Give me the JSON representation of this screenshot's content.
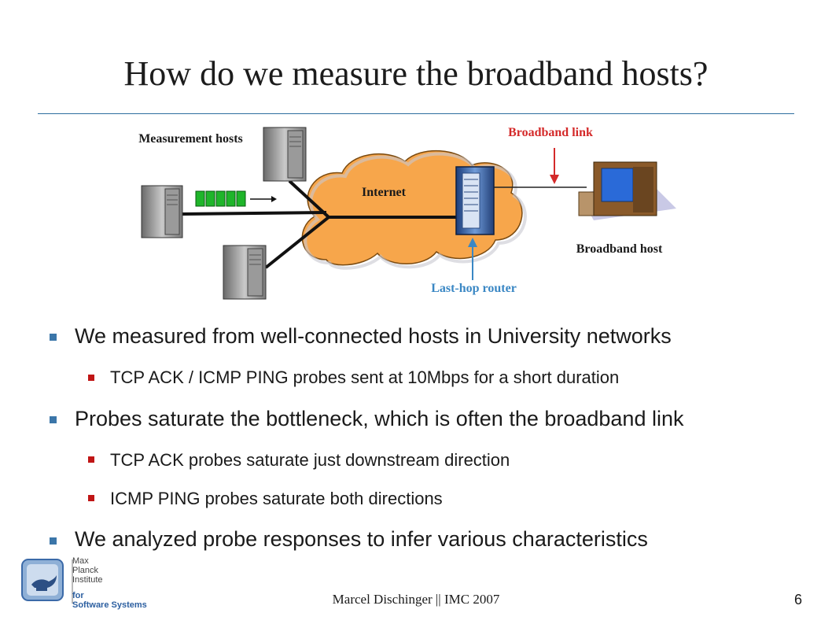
{
  "slide": {
    "title": "How do we measure the broadband hosts?"
  },
  "diagram": {
    "measurement_hosts_label": "Measurement hosts",
    "internet_label": "Internet",
    "broadband_link_label": "Broadband link",
    "broadband_host_label": "Broadband host",
    "last_hop_router_label": "Last-hop router",
    "colors": {
      "broadband_link": "#d42a2a",
      "last_hop_router": "#3a87c4",
      "cloud": "#f7a64b",
      "probes": "#1fb52a"
    }
  },
  "bullets": [
    {
      "text": "We measured from well-connected hosts in University networks",
      "sub": [
        "TCP ACK / ICMP PING probes sent at 10Mbps for a short duration"
      ]
    },
    {
      "text": "Probes saturate the bottleneck, which is often the broadband link",
      "sub": [
        "TCP ACK probes saturate just downstream direction",
        "ICMP PING probes saturate both directions"
      ]
    },
    {
      "text": "We analyzed probe responses to infer various characteristics",
      "sub": []
    }
  ],
  "footer": {
    "text": "Marcel Dischinger || IMC 2007",
    "page_number": "6"
  },
  "logo": {
    "line1": "Max",
    "line2": "Planck",
    "line3": "Institute",
    "line4": "for",
    "line5": "Software Systems"
  }
}
